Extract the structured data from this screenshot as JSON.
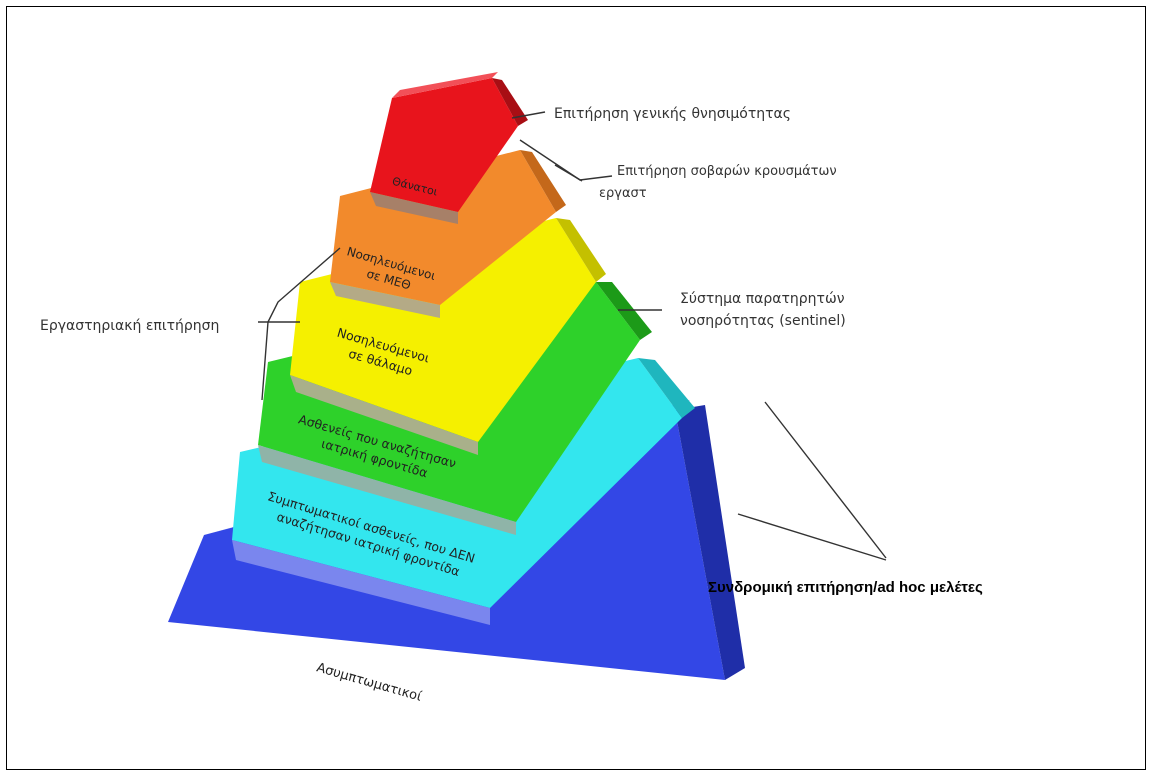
{
  "layers": [
    {
      "key": "deaths",
      "lines": [
        "Θάνατοι"
      ],
      "color": "#e8141c"
    },
    {
      "key": "icu",
      "lines": [
        "Νοσηλευόμενοι",
        "σε ΜΕΘ"
      ],
      "color": "#f28a2c"
    },
    {
      "key": "ward",
      "lines": [
        "Νοσηλευόμενοι",
        "σε θάλαμο"
      ],
      "color": "#f5f000"
    },
    {
      "key": "sought",
      "lines": [
        "Ασθενείς που αναζήτησαν",
        "ιατρική φροντίδα"
      ],
      "color": "#2ed12a"
    },
    {
      "key": "symptomatic",
      "lines": [
        "Συμπτωματικοί ασθενείς, που ΔΕΝ",
        "αναζήτησαν ιατρική φροντίδα"
      ],
      "color": "#33e6ee"
    },
    {
      "key": "asymptomatic",
      "lines": [
        "Ασυμπτωματικοί"
      ],
      "color": "#3347e6"
    }
  ],
  "annotations": {
    "general_mortality": "Επιτήρηση γενικής θνησιμότητας",
    "severe_cases_line1": "Επιτήρηση σοβαρών κρουσμάτων",
    "severe_cases_line2": "εργαστ",
    "sentinel_line1": "Σύστημα παρατηρητών",
    "sentinel_line2": "νοσηρότητας (sentinel)",
    "lab_surveillance": "Εργαστηριακή επιτήρηση",
    "syndromic": "Συνδρομική επιτήρηση/ad hoc μελέτες"
  }
}
